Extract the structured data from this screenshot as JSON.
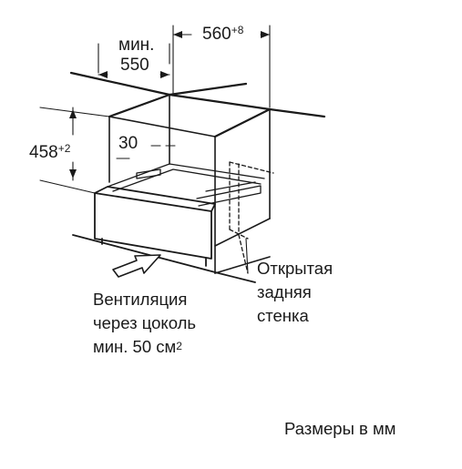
{
  "dimensions": {
    "width_main": "560",
    "width_tol": "+8",
    "depth_prefix": "мин.",
    "depth_value": "550",
    "height_main": "458",
    "height_tol": "+2",
    "gap": "30"
  },
  "callouts": {
    "open_back_wall": [
      "Открытая",
      "задняя",
      "стенка"
    ],
    "ventilation": {
      "line1": "Вентиляция",
      "line2": "через цоколь",
      "line3_prefix": "мин. 50 см",
      "line3_sup": "2"
    }
  },
  "footer": {
    "units_note": "Размеры в мм"
  }
}
